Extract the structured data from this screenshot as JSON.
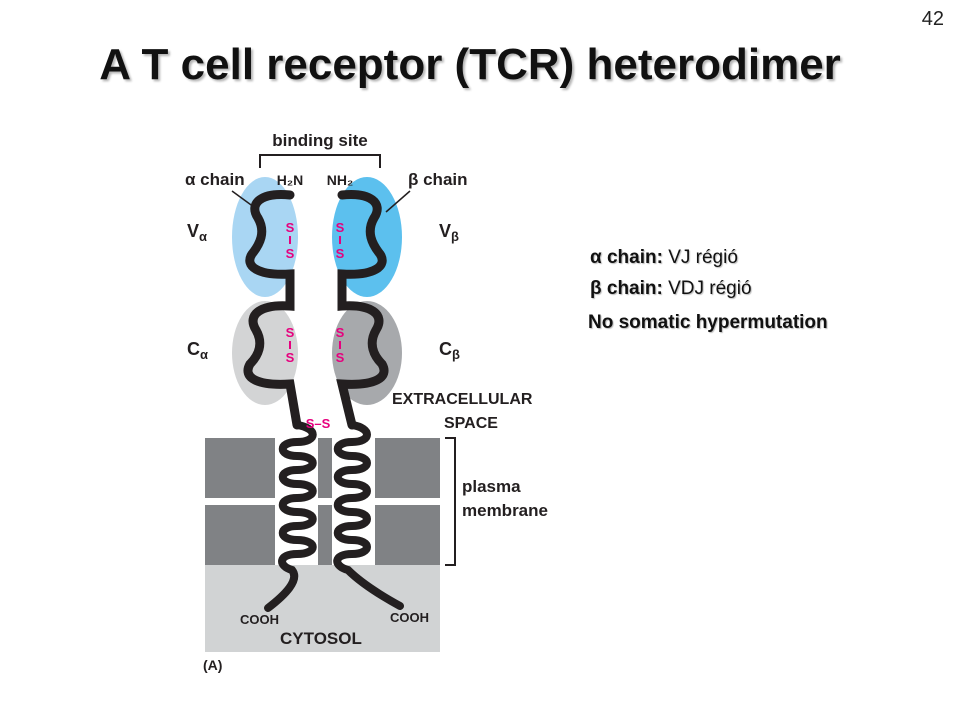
{
  "slide": {
    "number": "42",
    "title": "A T cell receptor (TCR) heterodimer"
  },
  "figure": {
    "binding_site": "binding site",
    "alpha_chain": "α chain",
    "beta_chain": "β chain",
    "h2n": "H₂N",
    "nh2": "NH₂",
    "v_alpha_main": "V",
    "v_alpha_sub": "α",
    "v_beta_main": "V",
    "v_beta_sub": "β",
    "c_alpha_main": "C",
    "c_alpha_sub": "α",
    "c_beta_main": "C",
    "c_beta_sub": "β",
    "s": "S",
    "ss_bridge": "S–S",
    "extracellular_line1": "EXTRACELLULAR",
    "extracellular_line2": "SPACE",
    "plasma_line1": "plasma",
    "plasma_line2": "membrane",
    "cooh_left": "COOH",
    "cooh_right": "COOH",
    "cytosol": "CYTOSOL",
    "panel_label": "(A)"
  },
  "notes": {
    "alpha_bold": "α chain:",
    "alpha_text": " VJ régió",
    "beta_bold": "β chain:",
    "beta_text": " VDJ régió",
    "no_hypermutation": "No somatic hypermutation"
  }
}
